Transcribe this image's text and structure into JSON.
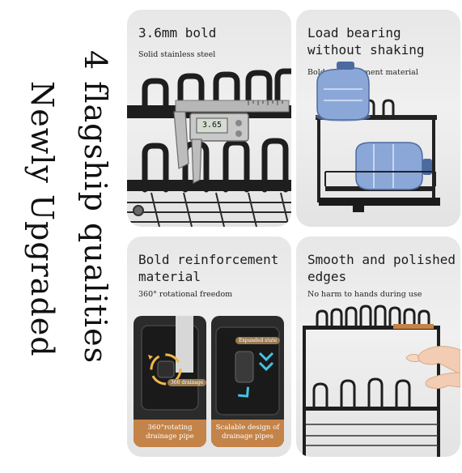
{
  "vertical_text": {
    "line1": "4 flagship qualities",
    "line2": "Newly Upgraded"
  },
  "cards": [
    {
      "title": "3.6mm bold",
      "subtitle": "Solid stainless steel",
      "caliper_reading": "3.65"
    },
    {
      "title": "Load bearing without shaking",
      "subtitle": "Bold reinforcement material"
    },
    {
      "title": "Bold reinforcement material",
      "subtitle": "360° rotational freedom",
      "insets": [
        {
          "tag": "360 drainage",
          "label": "360°rotating drainage pipe"
        },
        {
          "tag": "Expanded state",
          "label": "Scalable design of drainage pipes"
        }
      ]
    },
    {
      "title": "Smooth and polished edges",
      "subtitle": "No harm to hands during use"
    }
  ],
  "colors": {
    "card_bg": "#e7e7e7",
    "rack_black": "#1e1e1e",
    "inset_label": "#c48348",
    "water_blue": "#7f9fd0"
  }
}
